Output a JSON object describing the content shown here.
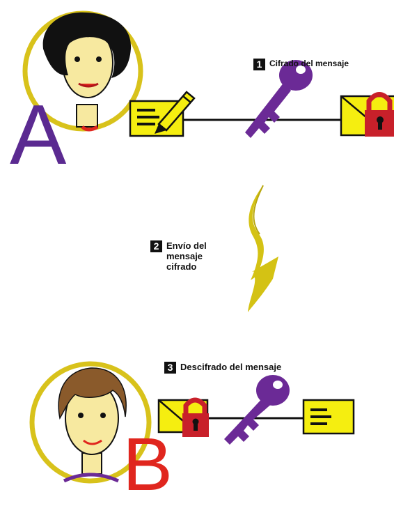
{
  "steps": [
    {
      "number": "1",
      "label": "Cifrado del mensaje"
    },
    {
      "number": "2",
      "label": "Envío del\nmensaje\ncifrado"
    },
    {
      "number": "3",
      "label": "Descifrado del mensaje"
    }
  ],
  "people": {
    "sender": {
      "letter": "A",
      "color": "#5b2a91"
    },
    "receiver": {
      "letter": "B",
      "color": "#e0261e"
    }
  },
  "colors": {
    "circle_ring": "#d8c21b",
    "envelope": "#f5ee10",
    "key": "#6b2a96",
    "lock": "#c8202a",
    "arrow": "#d4c214"
  },
  "icons": [
    "pencil-icon",
    "key-icon",
    "lock-icon",
    "envelope-icon",
    "document-icon"
  ]
}
